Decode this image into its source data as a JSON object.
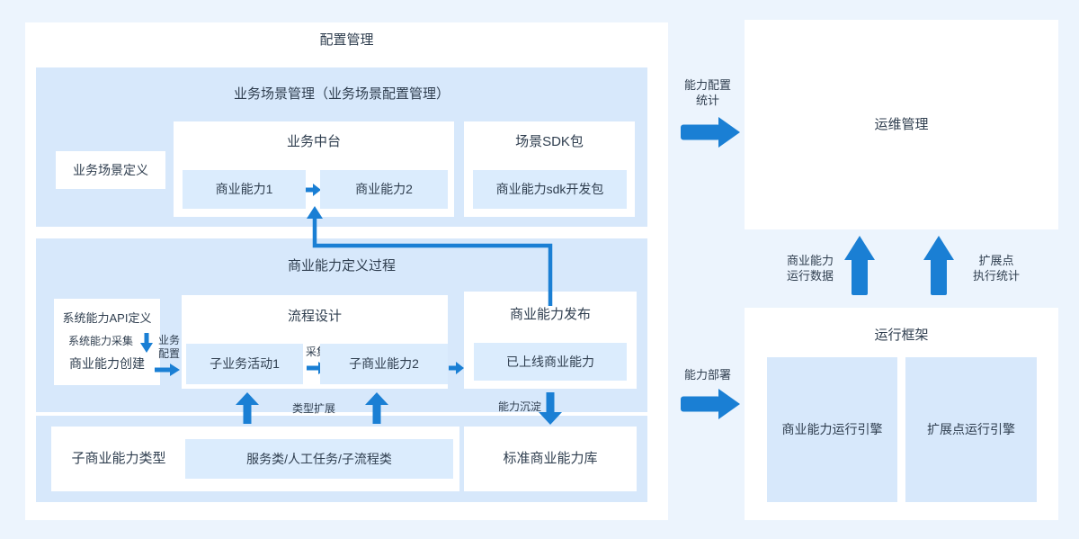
{
  "colors": {
    "page_bg": "#ecf4fd",
    "panel_bg": "#ffffff",
    "section_bg": "#d7e8fb",
    "chip_bg": "#dbecfd",
    "arrow_blue": "#1a7fd4",
    "text": "#2f3e4f"
  },
  "config_panel": {
    "title": "配置管理",
    "scenario": {
      "title": "业务场景管理（业务场景配置管理）",
      "scenario_def": "业务场景定义",
      "mid_platform_title": "业务中台",
      "capability1": "商业能力1",
      "capability2": "商业能力2",
      "sdk_title": "场景SDK包",
      "sdk_package": "商业能力sdk开发包"
    },
    "capability": {
      "title": "商业能力定义过程",
      "api_def": "系统能力API定义",
      "collect": "系统能力采集",
      "create": "商业能力创建",
      "biz_config_line1": "业务",
      "biz_config_line2": "配置",
      "process_title": "流程设计",
      "activity1": "子业务活动1",
      "collect_small": "采集",
      "sub_capability2": "子商业能力2",
      "publish_title": "商业能力发布",
      "online": "已上线商业能力"
    },
    "bottom": {
      "types_title": "子商业能力类型",
      "type_list": "服务类/人工任务/子流程类",
      "type_extend": "类型扩展",
      "deposit": "能力沉淀",
      "standard_lib": "标准商业能力库"
    }
  },
  "right": {
    "config_stats_line1": "能力配置",
    "config_stats_line2": "统计",
    "ops_title": "运维管理",
    "runtime_data_line1": "商业能力",
    "runtime_data_line2": "运行数据",
    "ext_stats_line1": "扩展点",
    "ext_stats_line2": "执行统计",
    "deploy": "能力部署",
    "frame_title": "运行框架",
    "engine1": "商业能力运行引擎",
    "engine2": "扩展点运行引擎"
  }
}
